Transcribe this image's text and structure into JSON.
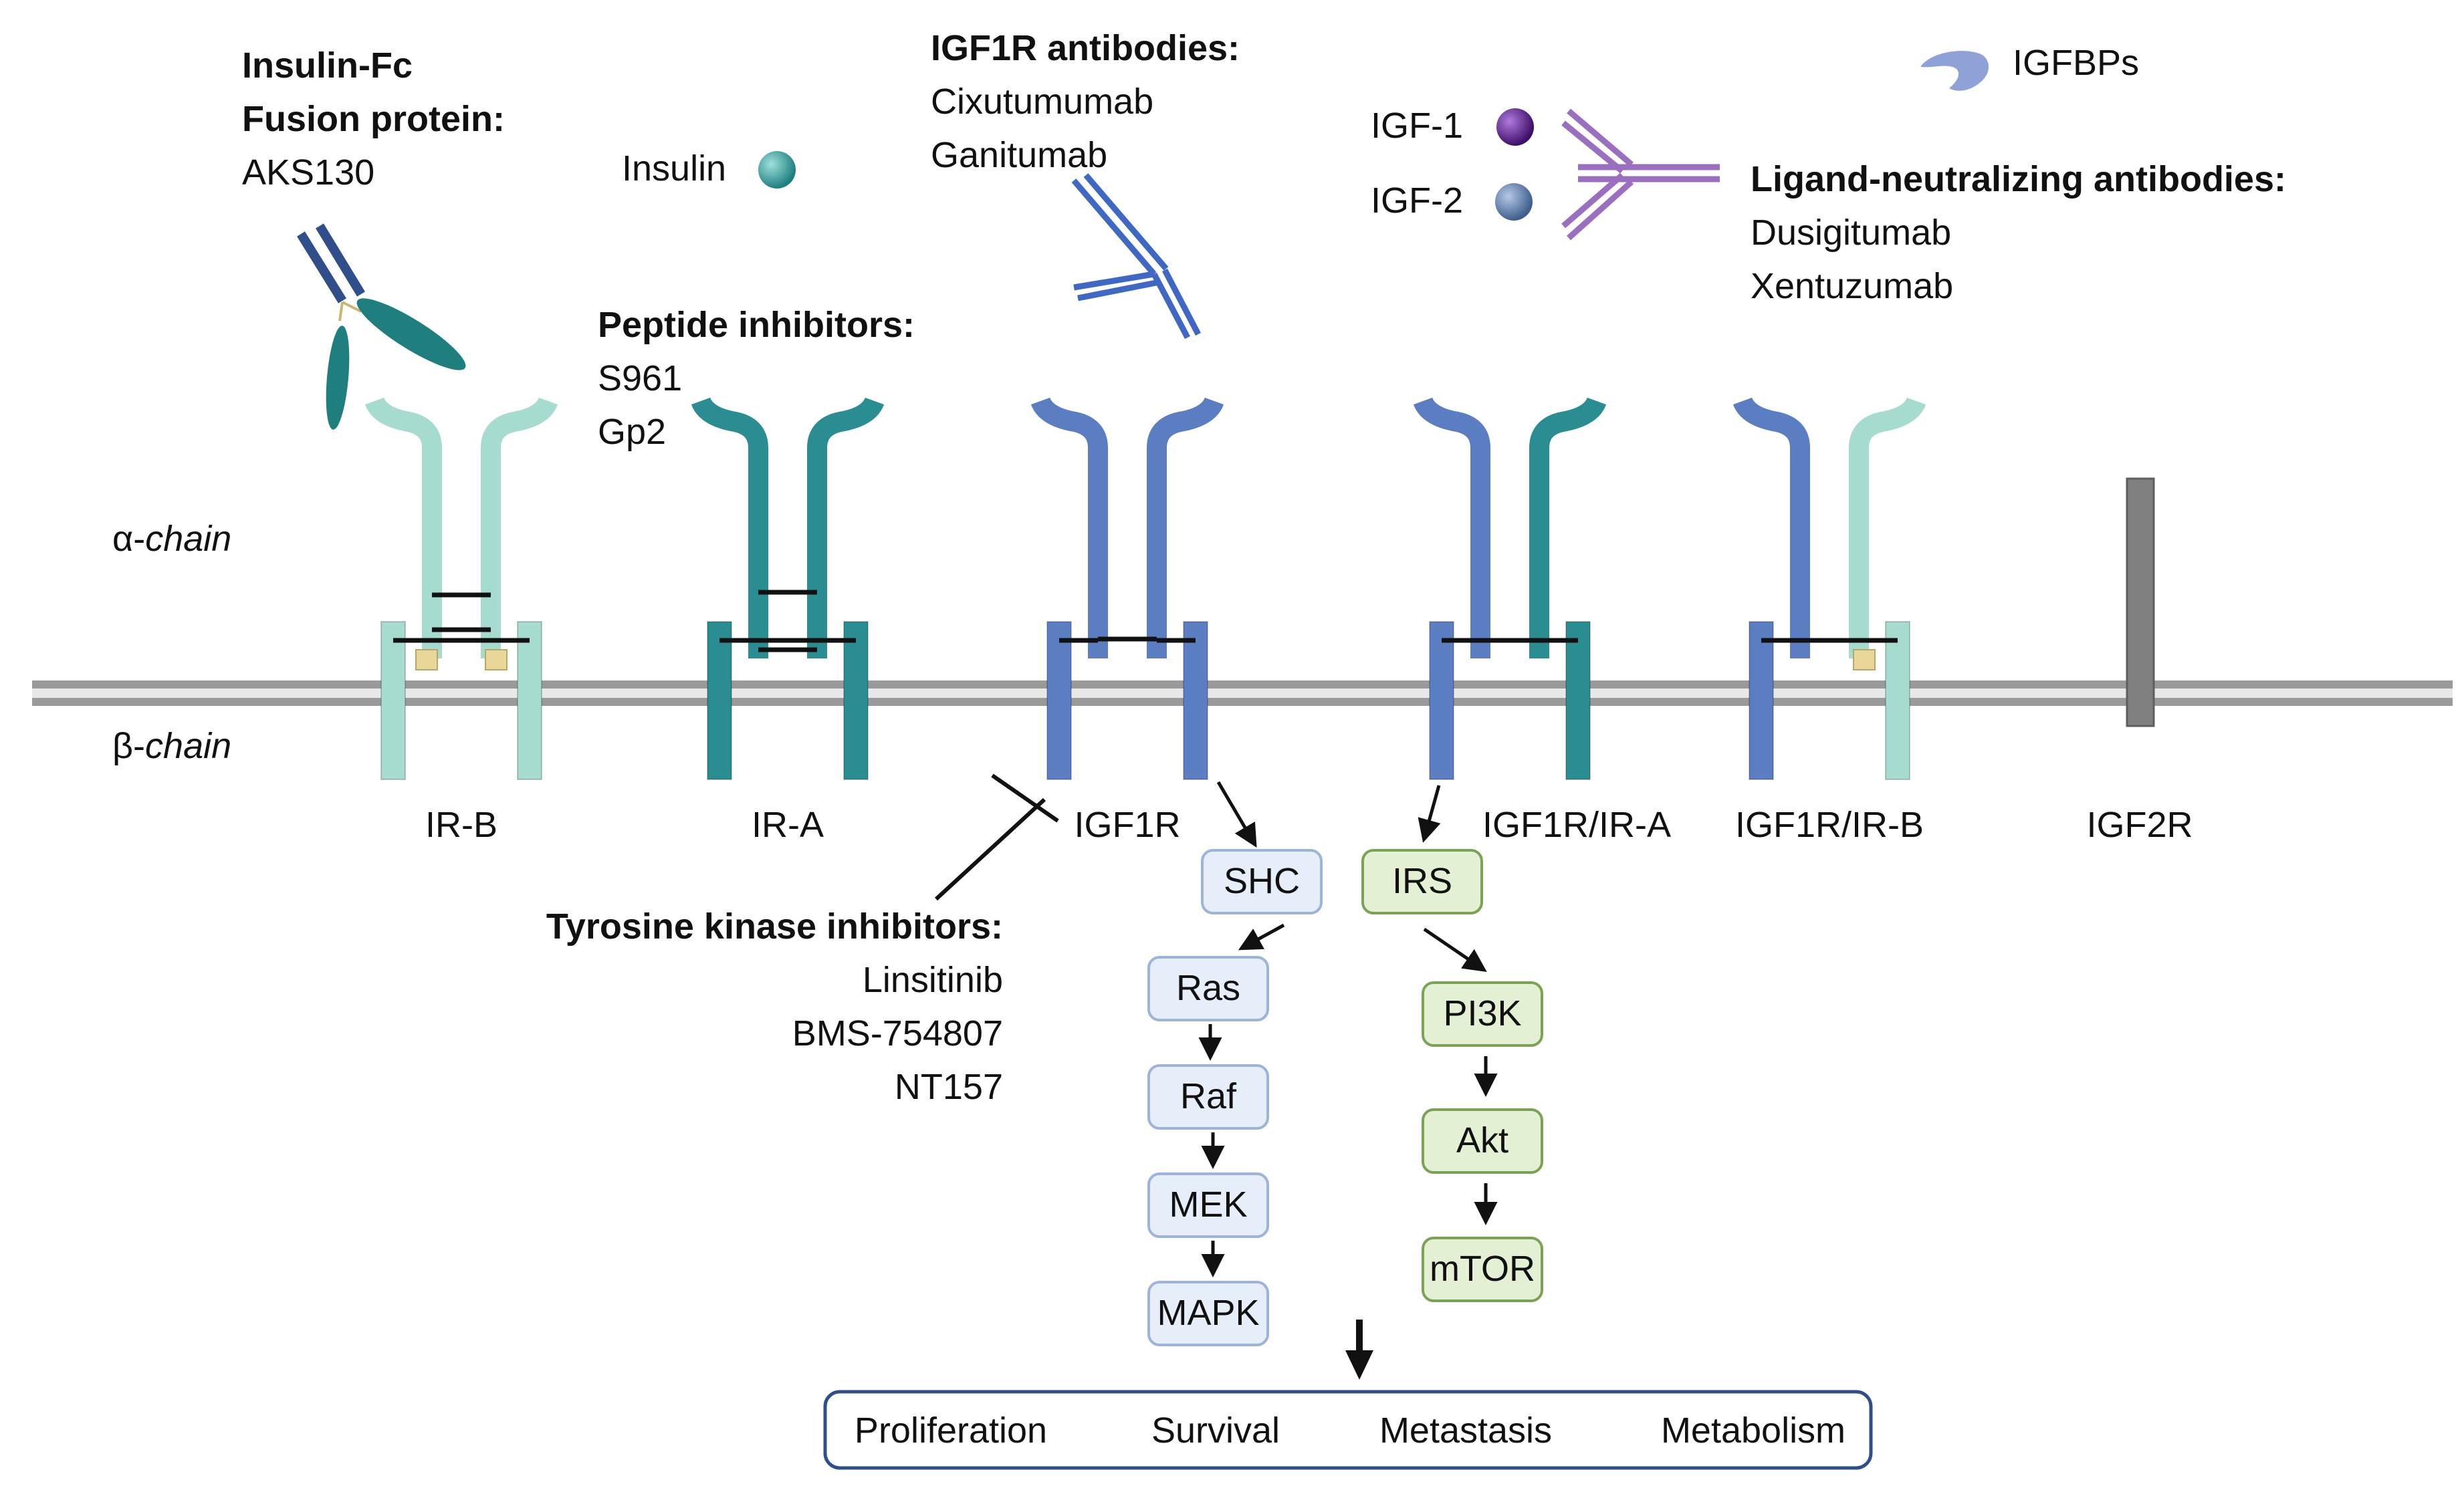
{
  "drugs": {
    "insulin_fc": {
      "title1": "Insulin-Fc",
      "title2": "Fusion protein:",
      "item": "AKS130"
    },
    "insulin": {
      "label": "Insulin"
    },
    "igf1r_antibodies": {
      "title": "IGF1R antibodies:",
      "items": [
        "Cixutumumab",
        "Ganitumab"
      ]
    },
    "peptide_inhibitors": {
      "title": "Peptide inhibitors:",
      "items": [
        "S961",
        "Gp2"
      ]
    },
    "ligands": {
      "igf1": "IGF-1",
      "igf2": "IGF-2"
    },
    "igfbps": {
      "label": "IGFBPs"
    },
    "ligand_neutralizing": {
      "title": "Ligand-neutralizing antibodies:",
      "items": [
        "Dusigitumab",
        "Xentuzumab"
      ]
    },
    "tki": {
      "title": "Tyrosine kinase inhibitors:",
      "items": [
        "Linsitinib",
        "BMS-754807",
        "NT157"
      ]
    }
  },
  "chains": {
    "alpha_prefix": "α-",
    "alpha_word": "chain",
    "beta_prefix": "β-",
    "beta_word": "chain"
  },
  "receptors": [
    "IR-B",
    "IR-A",
    "IGF1R",
    "IGF1R/IR-A",
    "IGF1R/IR-B",
    "IGF2R"
  ],
  "pathway_mapk": [
    "SHC",
    "Ras",
    "Raf",
    "MEK",
    "MAPK"
  ],
  "pathway_pi3k": [
    "IRS",
    "PI3K",
    "Akt",
    "mTOR"
  ],
  "outcomes": [
    "Proliferation",
    "Survival",
    "Metastasis",
    "Metabolism"
  ],
  "colors": {
    "ir_b": "#a6dcd0",
    "ir_a": "#2a8d92",
    "igf1r": "#5b7ec2",
    "igf2r": "#808080",
    "igf1_ligand": "#5a1e8a",
    "igf2_ligand": "#5a7aa8",
    "insulin_ligand": "#1f7f7f",
    "purple_antibody": "#9a6fc0",
    "igfbp": "#8ea2d8",
    "mapk_box_fill": "#e6eef9",
    "mapk_box_stroke": "#9db3d8",
    "pi3k_box_fill": "#e4f0d3",
    "pi3k_box_stroke": "#7aa355",
    "outcome_stroke": "#2f4f8a",
    "membrane": "#9a9a9a"
  },
  "icons": [
    "antibody-icon",
    "ligand-sphere-icon",
    "igfbp-icon",
    "receptor-icon",
    "inhibition-bar-icon",
    "arrow-icon"
  ]
}
